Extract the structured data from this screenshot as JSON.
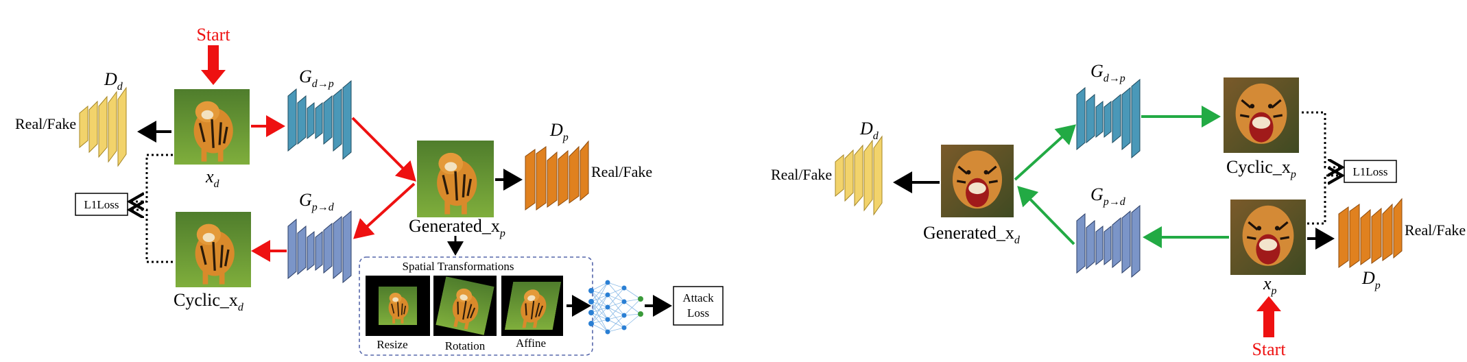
{
  "left": {
    "start_label": "Start",
    "disc_d": {
      "name": "D",
      "sub": "d",
      "output": "Real/Fake"
    },
    "disc_p": {
      "name": "D",
      "sub": "p",
      "output": "Real/Fake"
    },
    "gen_d_to_p": {
      "name": "G",
      "sub": "d→p"
    },
    "gen_p_to_d": {
      "name": "G",
      "sub": "p→d"
    },
    "input_label": {
      "name": "x",
      "sub": "d"
    },
    "generated_label": {
      "name": "Generated_x",
      "sub": "p"
    },
    "cyclic_label": {
      "name": "Cyclic_x",
      "sub": "d"
    },
    "l1loss": "L1Loss",
    "spatial": {
      "title": "Spatial Transformations",
      "items": [
        "Resize",
        "Rotation",
        "Affine"
      ]
    },
    "attack_loss": [
      "Attack",
      "Loss"
    ]
  },
  "right": {
    "start_label": "Start",
    "disc_d": {
      "name": "D",
      "sub": "d",
      "output": "Real/Fake"
    },
    "disc_p": {
      "name": "D",
      "sub": "p",
      "output": "Real/Fake"
    },
    "gen_d_to_p": {
      "name": "G",
      "sub": "d→p"
    },
    "gen_p_to_d": {
      "name": "G",
      "sub": "p→d"
    },
    "input_label": {
      "name": "x",
      "sub": "p"
    },
    "generated_label": {
      "name": "Generated_x",
      "sub": "d"
    },
    "cyclic_label": {
      "name": "Cyclic_x",
      "sub": "p"
    },
    "l1loss": "L1Loss"
  },
  "colors": {
    "start_arrow": "#ee1111",
    "flow_arrow_left": "#ee1111",
    "flow_arrow_right": "#22aa44",
    "disc_d": "#f2d36b",
    "disc_p": "#e0811f",
    "gen_d_to_p": "#4a98b8",
    "gen_p_to_d": "#7b95c8",
    "network_node": "#2a7fd4"
  }
}
